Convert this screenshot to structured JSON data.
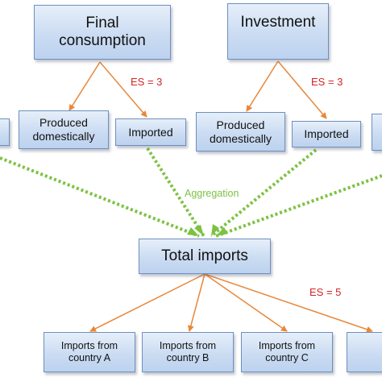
{
  "nodes": {
    "final_consumption": "Final\nconsumption",
    "investment": "Investment",
    "produced_domestically_1": "Produced\ndomestically",
    "imported_1": "Imported",
    "produced_domestically_2": "Produced\ndomestically",
    "imported_2": "Imported",
    "total_imports": "Total imports",
    "imports_from_a": "Imports from\ncountry A",
    "imports_from_b": "Imports from\ncountry B",
    "imports_from_c": "Imports from\ncountry C"
  },
  "labels": {
    "es_final": "ES = 3",
    "es_investment": "ES = 3",
    "es_total": "ES = 5",
    "aggregation": "Aggregation"
  },
  "colors": {
    "box_fill": "#cbdcf2",
    "box_border": "#6f8fbf",
    "arrow_orange": "#e8873a",
    "aggregation_green": "#7cc242",
    "es_red": "#d42424"
  }
}
